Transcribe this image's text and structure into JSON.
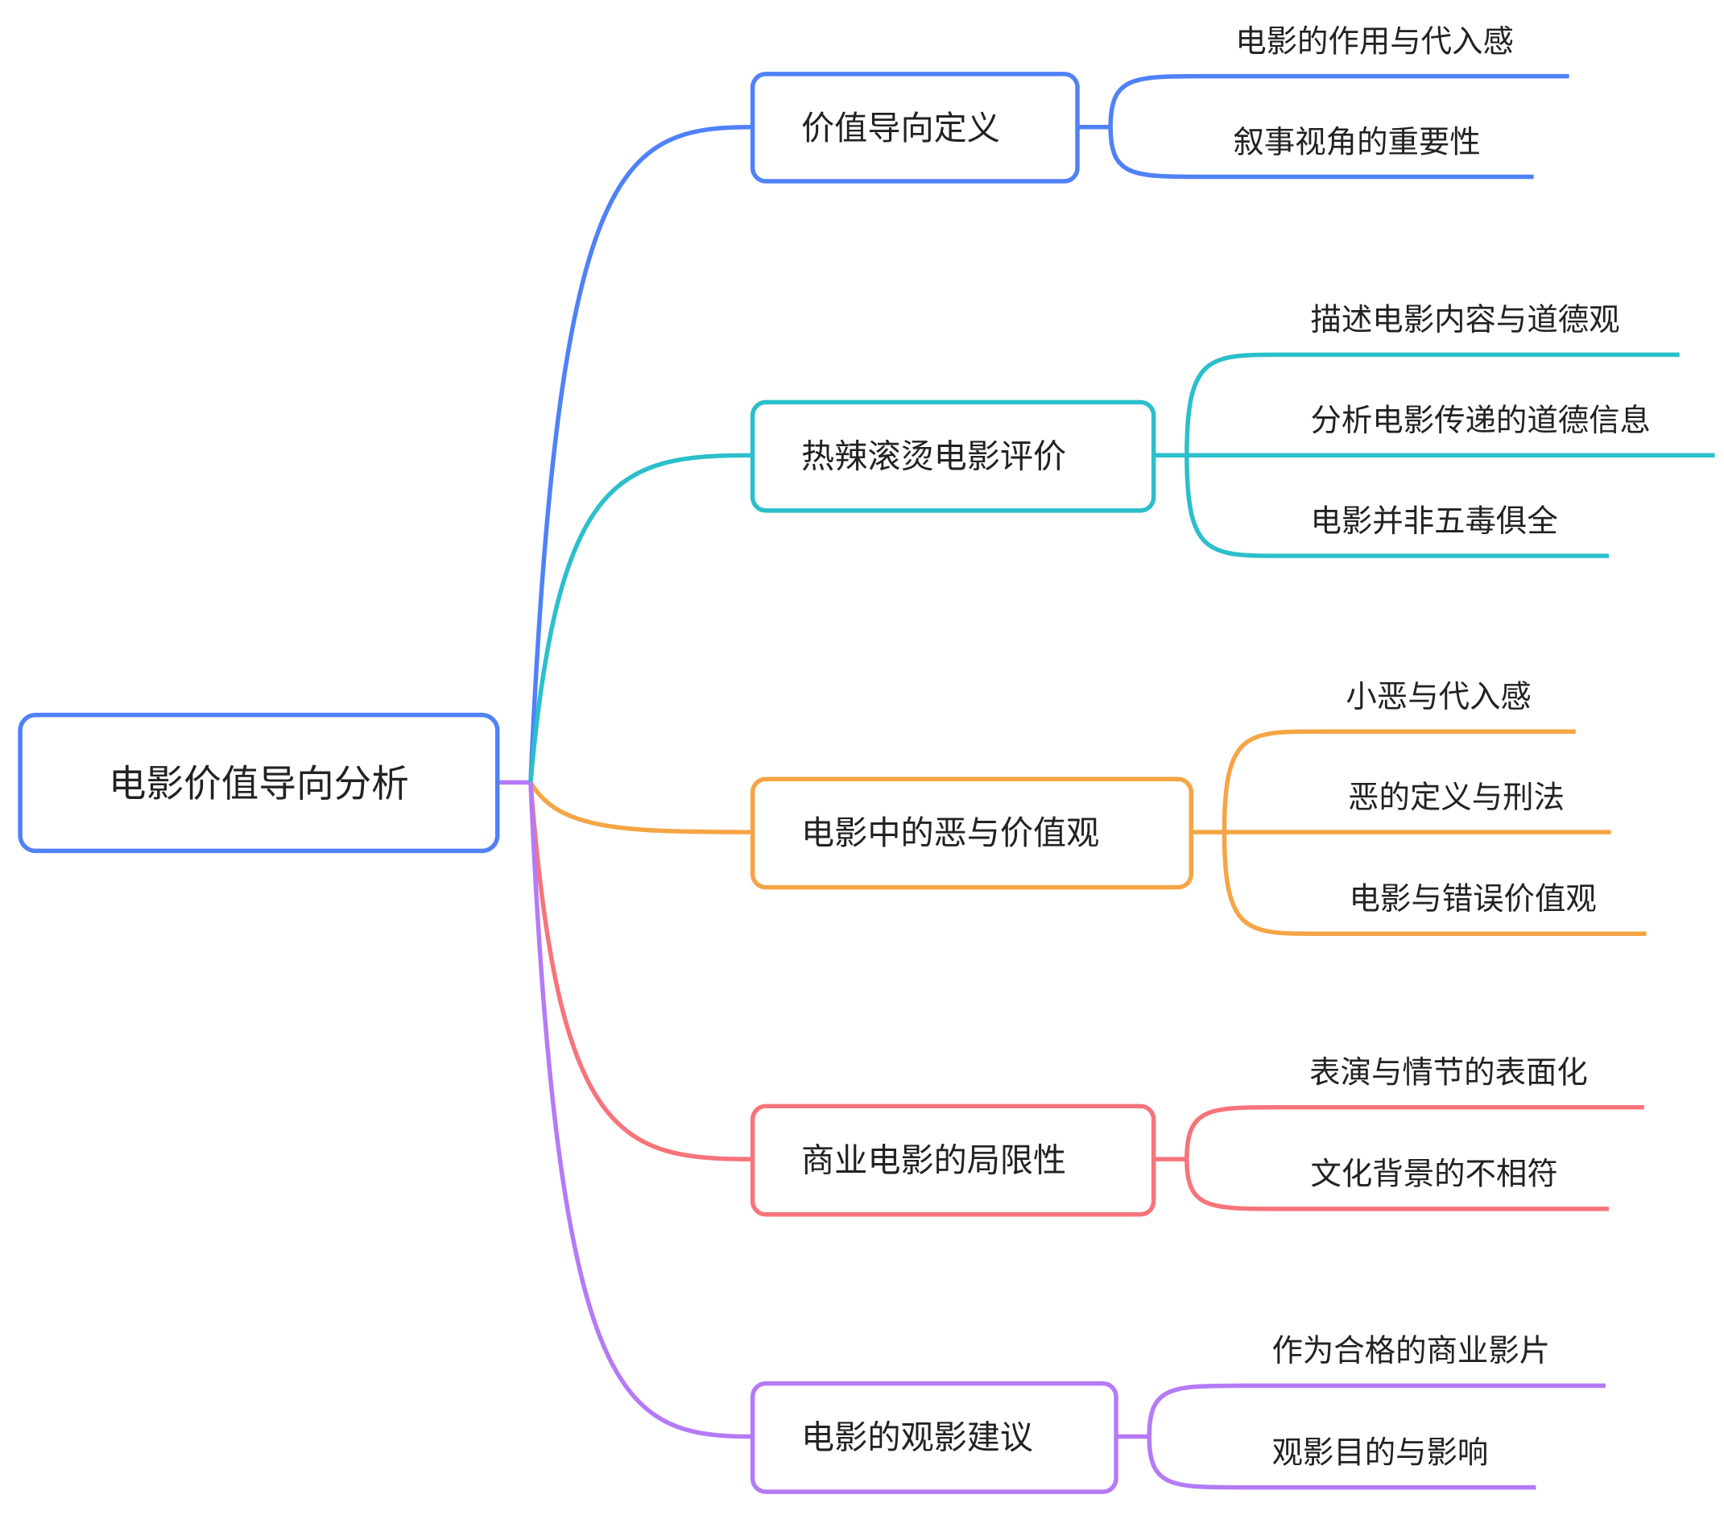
{
  "root": {
    "label": "电影价值导向分析",
    "color": "#4f81f7"
  },
  "branches": [
    {
      "label": "价值导向定义",
      "color": "#4f81f7",
      "children": [
        "电影的作用与代入感",
        "叙事视角的重要性"
      ]
    },
    {
      "label": "热辣滚烫电影评价",
      "color": "#2bbfcb",
      "children": [
        "描述电影内容与道德观",
        "分析电影传递的道德信息",
        "电影并非五毒俱全"
      ]
    },
    {
      "label": "电影中的恶与价值观",
      "color": "#f5a545",
      "children": [
        "小恶与代入感",
        "恶的定义与刑法",
        "电影与错误价值观"
      ]
    },
    {
      "label": "商业电影的局限性",
      "color": "#f6747a",
      "children": [
        "表演与情节的表面化",
        "文化背景的不相符"
      ]
    },
    {
      "label": "电影的观影建议",
      "color": "#b57af5",
      "children": [
        "作为合格的商业影片",
        "观影目的与影响"
      ]
    }
  ]
}
